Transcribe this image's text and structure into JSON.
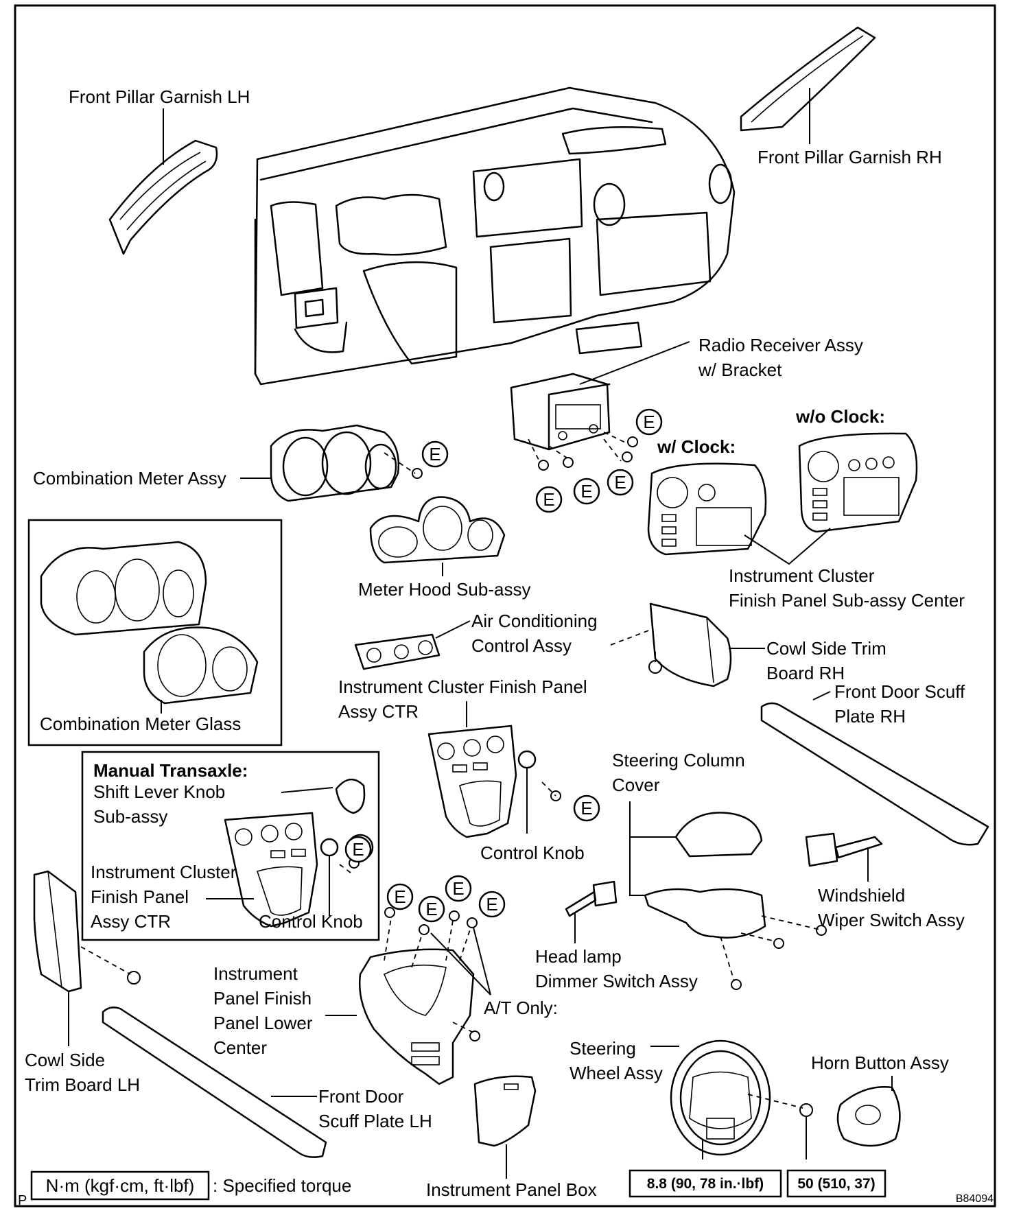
{
  "labels": {
    "front_pillar_garnish_lh": "Front Pillar Garnish LH",
    "front_pillar_garnish_rh": "Front Pillar Garnish RH",
    "radio_receiver_1": "Radio Receiver Assy",
    "radio_receiver_2": "w/ Bracket",
    "wo_clock": "w/o Clock:",
    "w_clock": "w/ Clock:",
    "combination_meter_assy": "Combination Meter Assy",
    "meter_hood": "Meter Hood Sub-assy",
    "icfp_center_1": "Instrument Cluster",
    "icfp_center_2": "Finish Panel Sub-assy Center",
    "air_con_1": "Air Conditioning",
    "air_con_2": "Control Assy",
    "cowl_rh_1": "Cowl Side Trim",
    "cowl_rh_2": "Board RH",
    "icfp_ctr_1": "Instrument Cluster Finish Panel",
    "icfp_ctr_2": "Assy CTR",
    "front_door_scuff_rh_1": "Front Door Scuff",
    "front_door_scuff_rh_2": "Plate RH",
    "combination_meter_glass": "Combination Meter Glass",
    "manual_transaxle": "Manual Transaxle:",
    "shift_knob_1": "Shift Lever Knob",
    "shift_knob_2": "Sub-assy",
    "mt_icfp_1": "Instrument Cluster",
    "mt_icfp_2": "Finish Panel",
    "mt_icfp_3": "Assy CTR",
    "mt_control_knob": "Control Knob",
    "control_knob": "Control Knob",
    "steering_column_1": "Steering Column",
    "steering_column_2": "Cover",
    "windshield_wiper_1": "Windshield",
    "windshield_wiper_2": "Wiper Switch Assy",
    "headlamp_1": "Head lamp",
    "headlamp_2": "Dimmer Switch Assy",
    "at_only": "A/T Only:",
    "ipfp_lower_1": "Instrument",
    "ipfp_lower_2": "Panel Finish",
    "ipfp_lower_3": "Panel Lower",
    "ipfp_lower_4": "Center",
    "cowl_lh_1": "Cowl Side",
    "cowl_lh_2": "Trim Board LH",
    "front_door_scuff_lh_1": "Front Door",
    "front_door_scuff_lh_2": "Scuff Plate LH",
    "steering_wheel_1": "Steering",
    "steering_wheel_2": "Wheel Assy",
    "horn_button": "Horn Button Assy",
    "instrument_panel_box": "Instrument Panel Box",
    "legend_unit": "N·m (kgf·cm, ft·lbf)",
    "legend_text": ": Specified torque",
    "torque_steering": "8.8 (90, 78 in.·lbf)",
    "torque_horn": "50 (510, 37)",
    "page_letter": "P",
    "figure_code": "B84094"
  },
  "callout_letter": "E",
  "colors": {
    "ink": "#000000",
    "paper": "#ffffff"
  }
}
